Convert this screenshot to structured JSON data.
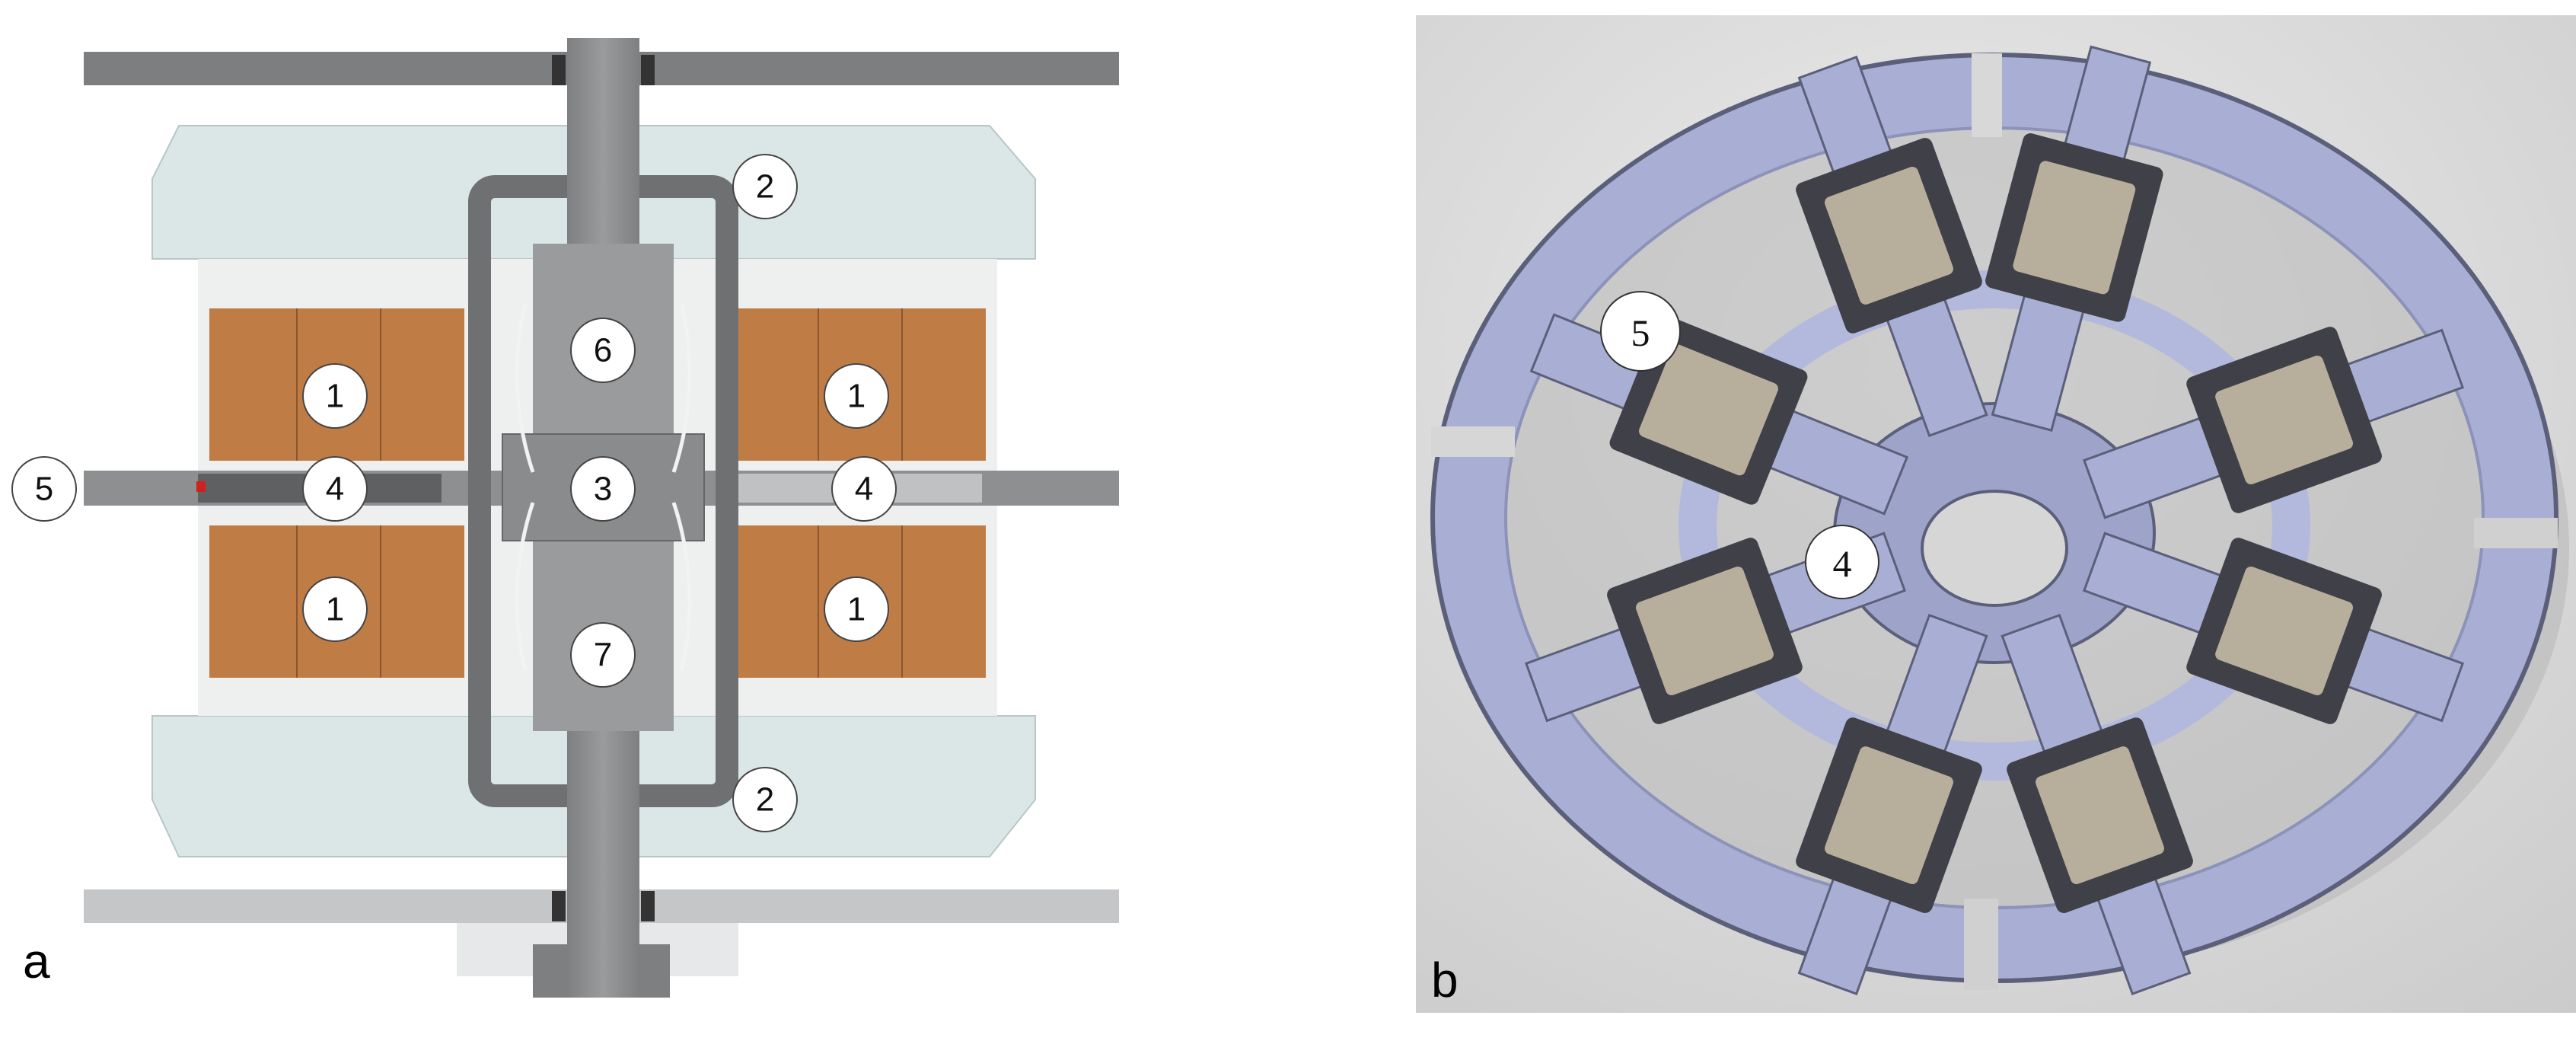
{
  "panel_a": {
    "letter": "a",
    "callouts": [
      {
        "id": "c1a",
        "text": "1"
      },
      {
        "id": "c1b",
        "text": "1"
      },
      {
        "id": "c1c",
        "text": "1"
      },
      {
        "id": "c1d",
        "text": "1"
      },
      {
        "id": "c2a",
        "text": "2"
      },
      {
        "id": "c2b",
        "text": "2"
      },
      {
        "id": "c3",
        "text": "3"
      },
      {
        "id": "c4a",
        "text": "4"
      },
      {
        "id": "c4b",
        "text": "4"
      },
      {
        "id": "c5",
        "text": "5"
      },
      {
        "id": "c6",
        "text": "6"
      },
      {
        "id": "c7",
        "text": "7"
      }
    ]
  },
  "panel_b": {
    "letter": "b",
    "callouts": [
      {
        "id": "b5",
        "text": "5"
      },
      {
        "id": "b4",
        "text": "4"
      }
    ]
  },
  "colors": {
    "coil": "#c07c45",
    "steel": "#8f9092",
    "plate": "#dde7e7",
    "ring": "#aeb4d6",
    "background_b": "#d9d9d9"
  }
}
